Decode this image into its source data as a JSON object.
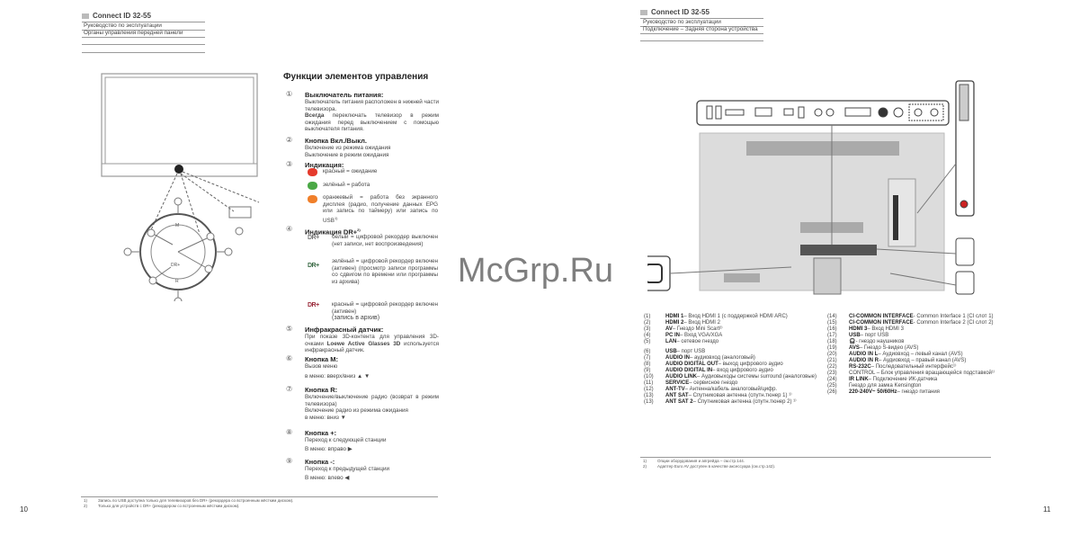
{
  "left_page": {
    "header": {
      "title": "Connect ID 32-55",
      "sub1": "Руководство по эксплуатации",
      "sub2": "Органы управления передней панели"
    },
    "diagram_labels": {
      "m": "M",
      "r": "R",
      "drplus": "DR+"
    },
    "section_title": "Функции элементов управления",
    "items": [
      {
        "num": "①",
        "title": "Выключатель питания:",
        "lines": [
          "Выключатель питания расположен в нижней части телевизора."
        ],
        "bold": "Всегда",
        "after": " переключать телевизор в режим ожидания перед выключением с помощью выключателя питания."
      },
      {
        "num": "②",
        "title": "Кнопка Вкл./Выкл.",
        "lines": [
          "Включение из режима ожидания",
          "Выключение в  режим ожидания"
        ]
      },
      {
        "num": "③",
        "title": "Индикация:",
        "colors": [
          {
            "color": "#e53a2c",
            "text": "красный = ожидание"
          },
          {
            "color": "#4aa845",
            "text": "зелёный = работа"
          },
          {
            "color": "#f07f2a",
            "text": "оранжевый = работа без экранного дисплея (радио, получение данных EPG или запись по таймеру) или запись по USB",
            "sup": "1)"
          }
        ]
      },
      {
        "num": "④",
        "title": "Индикация DR+",
        "title_sup": "2)",
        "dr": [
          {
            "logo": "DR+",
            "color": "#777",
            "text": "белый = цифровой рекордер выключен (нет записи, нет воспроизведения)"
          },
          {
            "logo": "DR+",
            "color": "#3a6a45",
            "text": "зелёный = цифровой рекордер включен (активен) (просмотр записи программы со сдвигом по времени или программы из архива)"
          },
          {
            "logo": "DR+",
            "color": "#9a2a3a",
            "text": "красный = цифровой рекордер включен (активен)",
            "extra": "(запись в архив)"
          }
        ]
      },
      {
        "num": "⑤",
        "title": "Инфракрасный датчик:",
        "pre": "При показе 3D-контента для управления 3D-очками ",
        "bold": "Loewe Active Glasses 3D",
        "after": " используется инфракрасный датчик."
      },
      {
        "num": "⑥",
        "title": "Кнопка M:",
        "lines": [
          "Вызов меню",
          "в меню: вверх/вниз ▲ ▼"
        ]
      },
      {
        "num": "⑦",
        "title": "Кнопка R:",
        "lines": [
          "Включение/выключение радио (возврат в режим телевизора)",
          "Включение радио из режима ожидания",
          "в меню: вниз ▼"
        ]
      },
      {
        "num": "⑧",
        "title": "Кнопка +:",
        "lines": [
          "Переход к следующей станции",
          "В меню: вправо ▶"
        ]
      },
      {
        "num": "⑨",
        "title": "Кнопка -:",
        "lines": [
          "Переход к предыдущей станции",
          "В меню: влево ◀"
        ]
      }
    ],
    "footnotes": [
      {
        "mark": "1)",
        "text": "Запись по USB доступна только для телевизоров без  DR+  (рекордера со встроенным жёстким диском)."
      },
      {
        "mark": "2)",
        "text": "Только для устройств с DR+ (рекордером со встроенным жёстким диском)."
      }
    ],
    "page_number": "10"
  },
  "right_page": {
    "header": {
      "title": "Connect ID 32-55",
      "sub1": "Руководство по эксплуатации",
      "sub2": "Подключение – Задняя сторона устройства"
    },
    "legend_left": [
      {
        "n": "(1)",
        "b": "HDMI 1",
        "t": " – Вход HDMI 1 (с поддержкой HDMI ARC)"
      },
      {
        "n": "(2)",
        "b": "HDMI 2",
        "t": " – Вход HDMI 2"
      },
      {
        "n": "(3)",
        "b": "AV",
        "t": " – Гнездо Mini Scart²⁾"
      },
      {
        "n": "(4)",
        "b": "PC IN",
        "t": " – Вход VGA/XGA"
      },
      {
        "n": "(5)",
        "b": "LAN",
        "t": " – сетевое гнездо"
      },
      {
        "n": "(6)",
        "b": "USB",
        "t": " – порт USB"
      },
      {
        "n": "(7)",
        "b": "AUDIO IN",
        "t": " – аудиовход (аналоговый)"
      },
      {
        "n": "(8)",
        "b": "AUDIO DIGITAL OUT",
        "t": " – выход цифрового аудио"
      },
      {
        "n": "(9)",
        "b": "AUDIO DIGITAL IN",
        "t": " – вход цифрового аудио"
      },
      {
        "n": "(10)",
        "b": "AUDIO LINK",
        "t": " – Аудиовыходы системы surround (аналоговые)"
      },
      {
        "n": "(11)",
        "b": "SERVICE",
        "t": " – сервисное гнездо"
      },
      {
        "n": "(12)",
        "b": "ANT-TV",
        "t": " – Антенна/кабель аналоговый/цифр."
      },
      {
        "n": "(13)",
        "b": "ANT SAT",
        "t": "  – Спутниковая антенна (спутн.тюнер 1) ¹⁾"
      },
      {
        "n": "(13)",
        "b": "ANT SAT 2",
        "t": " – Спутниковая антенна (спутн.тюнер 2) ¹⁾"
      }
    ],
    "legend_right": [
      {
        "n": "(14)",
        "b": "CI-COMMON INTERFACE",
        "t": " - Common Interface 1 (CI слот 1)"
      },
      {
        "n": "(15)",
        "b": "CI-COMMON INTERFACE",
        "t": " - Common Interface 2 (CI слот 2)"
      },
      {
        "n": "(16)",
        "b": "HDMI 3",
        "t": " – Вход HDMI 3"
      },
      {
        "n": "(17)",
        "b": "USB",
        "t": " – порт USB"
      },
      {
        "n": "(18)",
        "b": "",
        "t": " - гнездо наушников"
      },
      {
        "n": "(19)",
        "b": "AVS",
        "t": " – Гнездо S-видео (AVS)"
      },
      {
        "n": "(20)",
        "b": "AUDIO IN L",
        "t": " – Аудиовход – левый канал (AVS)"
      },
      {
        "n": "(21)",
        "b": "AUDIO IN R",
        "t": " – Аудиовход – правый канал (AVS)"
      },
      {
        "n": "(22)",
        "b": "RS-232C",
        "t": " – Последовательный интерфейс¹⁾"
      },
      {
        "n": "(23)",
        "b": "",
        "t": "CONTROL – Блок управления вращающейся подставкой¹⁾"
      },
      {
        "n": "(24)",
        "b": "IR LINK",
        "t": " – Подключение ИК-датчика"
      },
      {
        "n": "(25)",
        "b": "",
        "t": "Гнездо для замка Kensington"
      },
      {
        "n": "(26)",
        "b": "220-240V~ 50/60Hz",
        "t": " – гнездо питания"
      }
    ],
    "footnotes": [
      {
        "mark": "1)",
        "text": "Опции оборудования и апгрейда – см.стр.144."
      },
      {
        "mark": "2)",
        "text": "Адаптер Euro AV доступен в качестве аксессуара (см.стр.142)."
      }
    ],
    "page_number": "11"
  },
  "watermark": "McGrp.Ru"
}
